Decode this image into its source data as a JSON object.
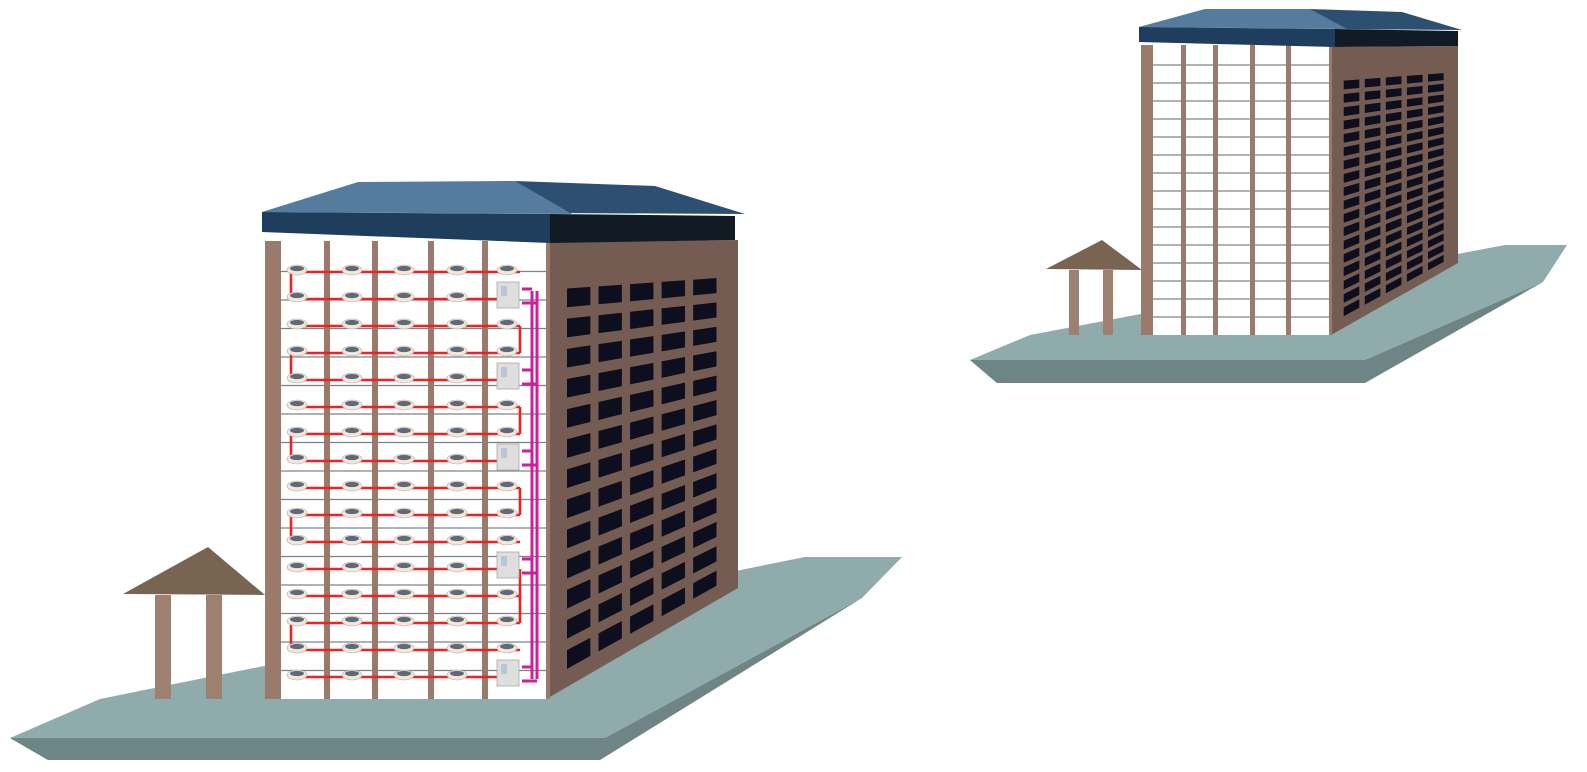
{
  "diagram": {
    "kind": "building-hvac-illustration",
    "buildings": [
      {
        "id": "left",
        "floors": 16,
        "bays": 5,
        "shows_hvac": true,
        "indoor_units_per_floor": 5,
        "outdoor_unit_floors": [
          2,
          5,
          8,
          12,
          16
        ],
        "side_window_rows": 13,
        "side_window_cols": 5,
        "has_pavilion": true
      },
      {
        "id": "right",
        "floors": 16,
        "bays": 5,
        "shows_hvac": false,
        "side_window_rows": 18,
        "side_window_cols": 5,
        "has_pavilion": true
      }
    ],
    "colors": {
      "roof_light": "#557b9f",
      "roof_dark": "#2d5072",
      "fascia_front": "#1f3e5e",
      "fascia_side": "#121a24",
      "facade_frame": "#9a7a6b",
      "side_wall": "#745c52",
      "side_window": "#0d0e1e",
      "floor_line": "#7d828a",
      "ground_top": "#8fabab",
      "ground_side": "#6f8585",
      "pavilion_roof": "#786451",
      "pavilion_post": "#9e8070",
      "refrigerant_pipe": "#ee2222",
      "riser_pipe": "#cc1f9a",
      "outdoor_unit": "#dedede",
      "ac_unit_body": "#f3e6dd",
      "ac_unit_face": "#5e6a78"
    }
  }
}
